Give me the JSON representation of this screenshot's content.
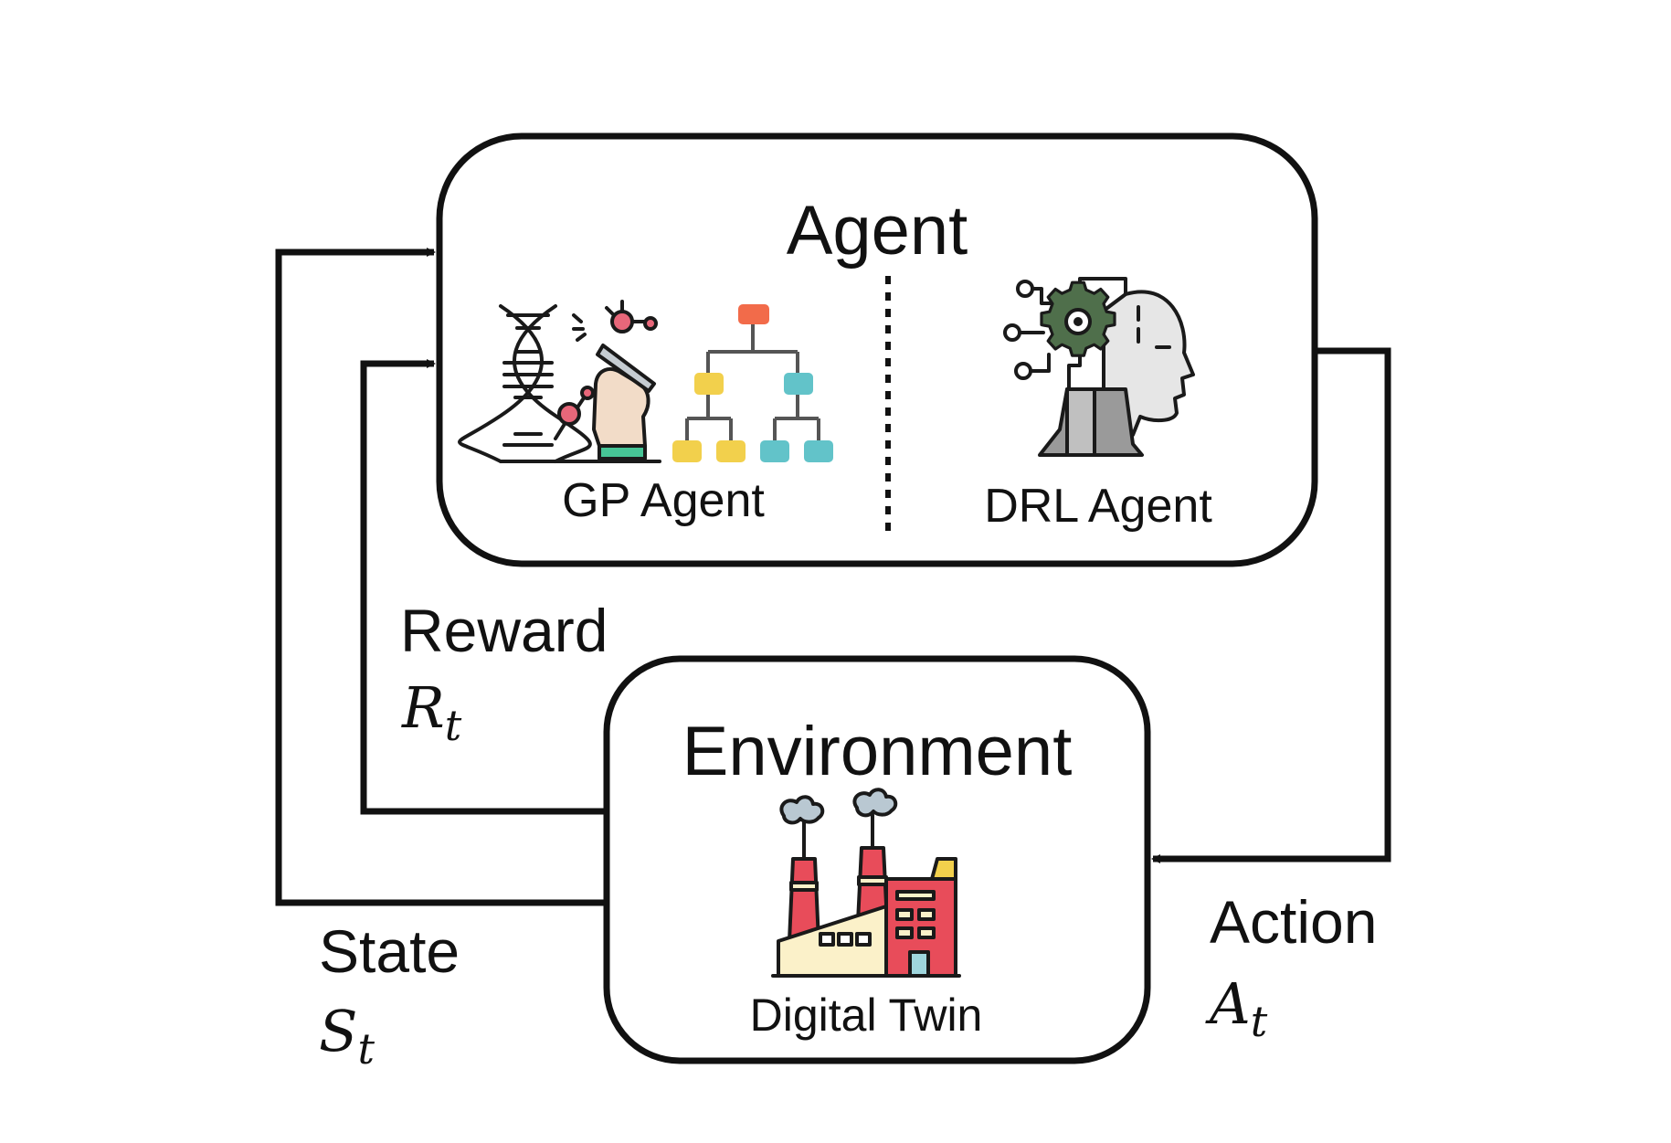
{
  "agent": {
    "title": "Agent",
    "gp_label": "GP Agent",
    "drl_label": "DRL Agent"
  },
  "environment": {
    "title": "Environment",
    "twin_label": "Digital Twin"
  },
  "signals": {
    "reward_label": "Reward",
    "reward_symbol_base": "R",
    "reward_symbol_sub": "t",
    "state_label": "State",
    "state_symbol_base": "S",
    "state_symbol_sub": "t",
    "action_label": "Action",
    "action_symbol_base": "A",
    "action_symbol_sub": "t"
  },
  "icons": {
    "dna": "dna-icon",
    "hand_tweezers": "hand-tweezers-icon",
    "tree": "tree-hierarchy-icon",
    "robot_head": "robot-head-gear-icon",
    "factory": "factory-icon"
  },
  "colors": {
    "stroke": "#111111",
    "tree_root": "#f26b4a",
    "tree_yellow": "#f2d04c",
    "tree_teal": "#62c3c9",
    "factory_red": "#e84c5a",
    "factory_cream": "#fbf1c9",
    "gear_green": "#4f6f4b",
    "smoke": "#b9c8d2"
  }
}
